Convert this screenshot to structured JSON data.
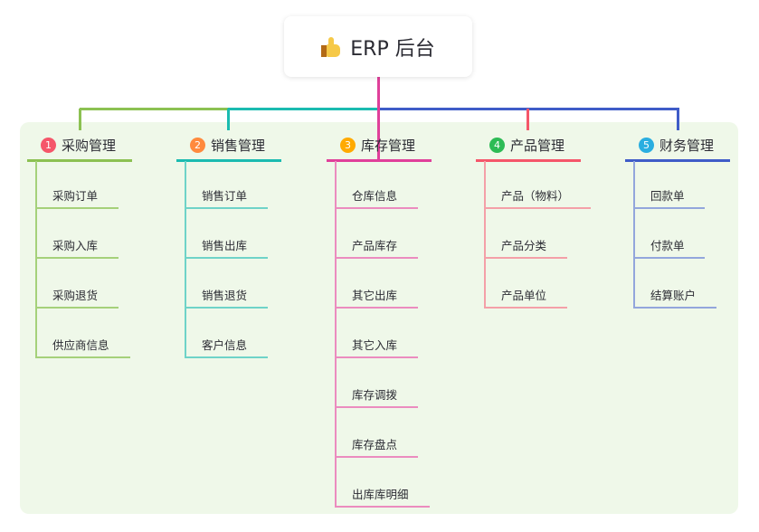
{
  "root": {
    "icon": "thumbs-up-icon",
    "title": "ERP 后台"
  },
  "branches": [
    {
      "number": "1",
      "title": "采购管理",
      "color": "#8cc152",
      "badge_color": "#f5566a",
      "child_color": "#a5d17a",
      "children": [
        "采购订单",
        "采购入库",
        "采购退货",
        "供应商信息"
      ]
    },
    {
      "number": "2",
      "title": "销售管理",
      "color": "#1bbbb0",
      "badge_color": "#ff8a3d",
      "child_color": "#6fd3c8",
      "children": [
        "销售订单",
        "销售出库",
        "销售退货",
        "客户信息"
      ]
    },
    {
      "number": "3",
      "title": "库存管理",
      "color": "#e0409a",
      "badge_color": "#ffaa00",
      "child_color": "#eb8cbf",
      "children": [
        "仓库信息",
        "产品库存",
        "其它出库",
        "其它入库",
        "库存调拨",
        "库存盘点",
        "出库库明细"
      ]
    },
    {
      "number": "4",
      "title": "产品管理",
      "color": "#f5566a",
      "badge_color": "#2dbb55",
      "child_color": "#f4a0a8",
      "children": [
        "产品（物料）",
        "产品分类",
        "产品单位"
      ]
    },
    {
      "number": "5",
      "title": "财务管理",
      "color": "#3f5cc8",
      "badge_color": "#2aaee0",
      "child_color": "#93a6dc",
      "children": [
        "回款单",
        "付款单",
        "结算账户"
      ]
    }
  ]
}
